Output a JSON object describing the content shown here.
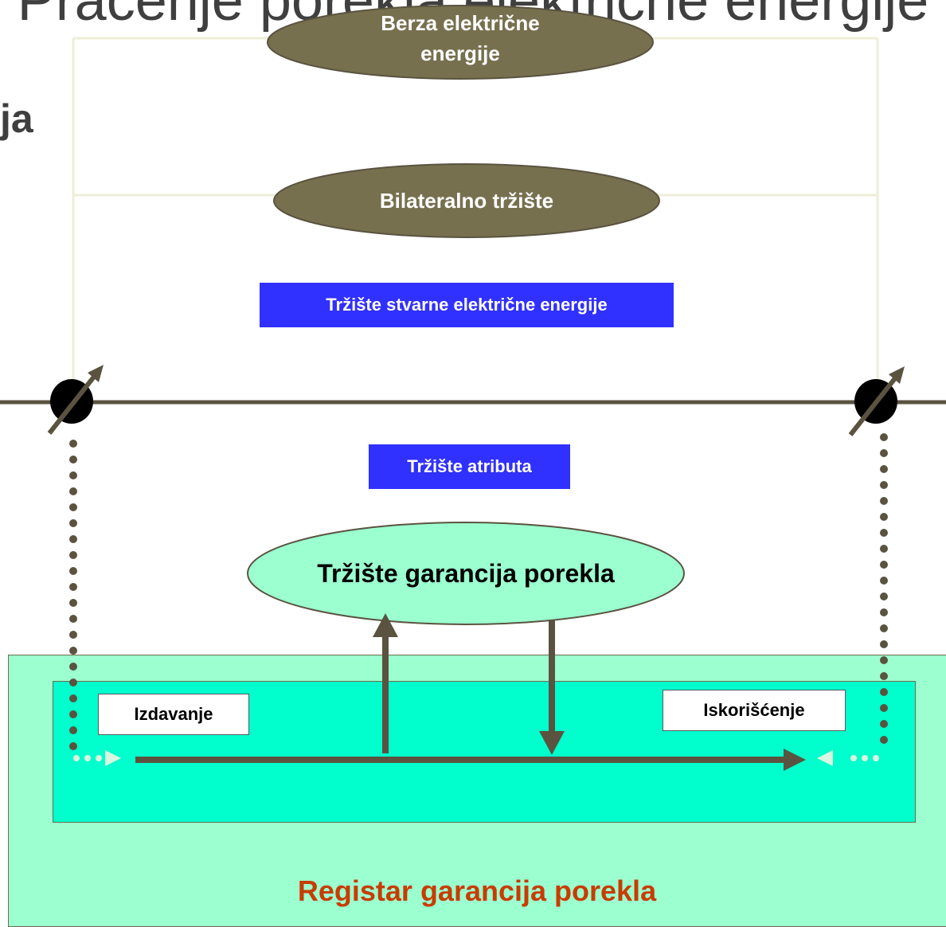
{
  "title": "Praćenje porekla električne energije",
  "side_fragment": "ja",
  "nodes": {
    "exchange": "Berza električne energije",
    "exchange_lines": [
      "Berza električne",
      "energije"
    ],
    "bilateral": "Bilateralno tržište",
    "physical_market": "Tržište stvarne električne energije",
    "attribute_market": "Tržište atributa",
    "go_market": "Tržište garancija porekla",
    "issuance": "Izdavanje",
    "cancellation": "Iskorišćenje",
    "register": "Registar garancija porekla"
  },
  "colors": {
    "ellipse_brown": "#77704f",
    "line_brown": "#5a5340",
    "blue_box": "#3030ff",
    "register_outer": "#9cffd0",
    "register_inner": "#00ffcc",
    "go_market_fill": "#9cffd0",
    "register_text": "#c83c00",
    "frame": "#eeeed8"
  }
}
